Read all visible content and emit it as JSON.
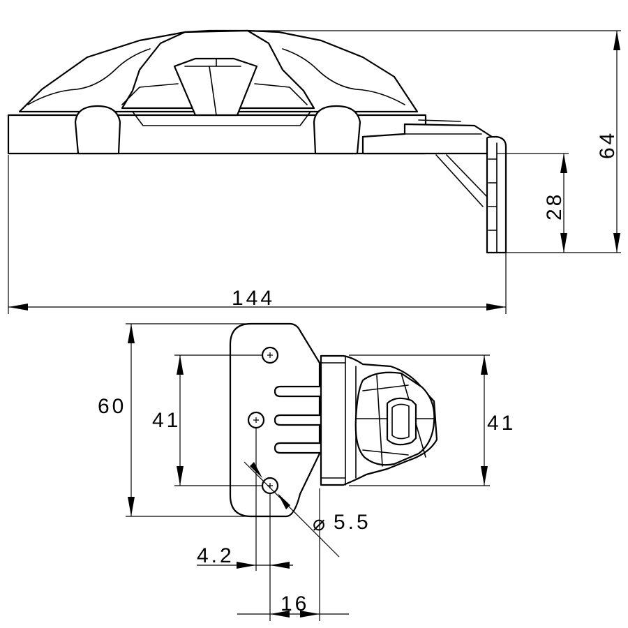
{
  "drawing": {
    "dimensions": {
      "overall_length": "144",
      "overall_height": "64",
      "bracket_height": "28",
      "plate_height": "60",
      "hole_spacing": "41",
      "latch_width": "41",
      "hole_diameter": "5.5",
      "hole_offset": "4.2",
      "hole_to_latch": "16"
    },
    "diameter_symbol": "⌀",
    "colors": {
      "line": "#000000",
      "background": "#ffffff"
    }
  }
}
